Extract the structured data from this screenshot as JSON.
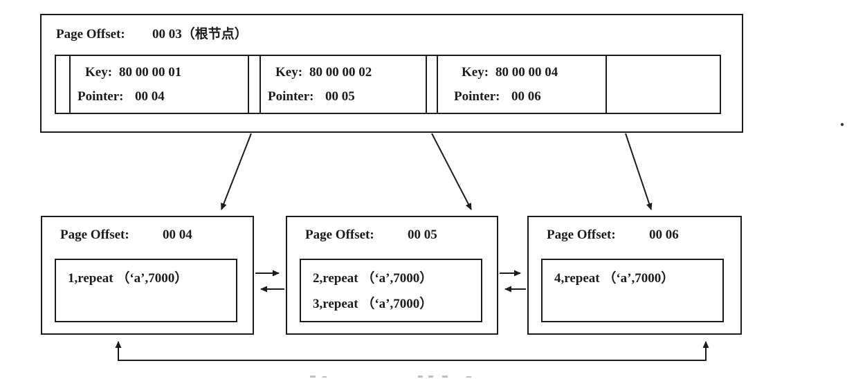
{
  "figure": {
    "root_page": {
      "header_label": "Page Offset:",
      "header_value": "00 03",
      "header_note": "（根节点）",
      "entries": [
        {
          "key_label": "Key:",
          "key_value": "80 00 00 01",
          "pointer_label": "Pointer:",
          "pointer_value": "00 04"
        },
        {
          "key_label": "Key:",
          "key_value": "80 00 00 02",
          "pointer_label": "Pointer:",
          "pointer_value": "00 05"
        },
        {
          "key_label": "Key:",
          "key_value": "80 00 00 04",
          "pointer_label": "Pointer:",
          "pointer_value": "00 06"
        }
      ]
    },
    "leaf_pages": [
      {
        "header_label": "Page Offset:",
        "header_value": "00 04",
        "rows": [
          "1,repeat （‘a’,7000）"
        ]
      },
      {
        "header_label": "Page Offset:",
        "header_value": "00 05",
        "rows": [
          "2,repeat （‘a’,7000）",
          "3,repeat （‘a’,7000）"
        ]
      },
      {
        "header_label": "Page Offset:",
        "header_value": "00 06",
        "rows": [
          "4,repeat （‘a’,7000）"
        ]
      }
    ]
  },
  "colors": {
    "ink": "#1c1c1c",
    "background": "#ffffff"
  }
}
